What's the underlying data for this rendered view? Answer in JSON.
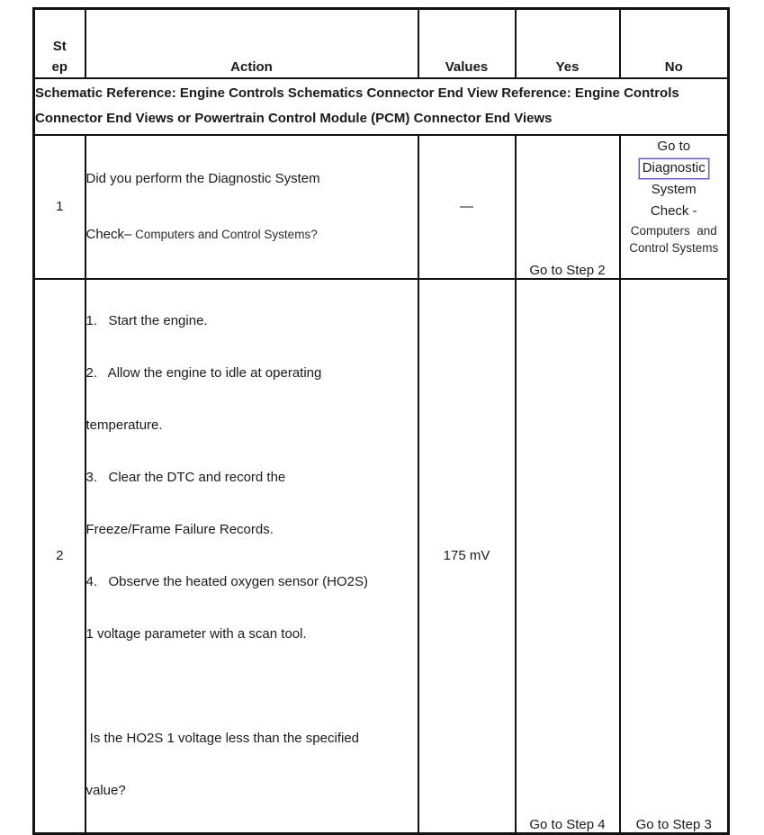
{
  "colors": {
    "border": "#121212",
    "text": "#1a1a1a",
    "link_box_blue": "#5a5ad8",
    "background": "#ffffff"
  },
  "table": {
    "header": {
      "step_line1": "St",
      "step_line2": "ep",
      "action": "Action",
      "values": "Values",
      "yes": "Yes",
      "no": "No"
    },
    "schematic": {
      "line1": "Schematic Reference: Engine Controls Schematics Connector End View Reference: Engine Controls",
      "line2": "Connector End Views or Powertrain Control Module (PCM) Connector End Views"
    },
    "rows": [
      {
        "step": "1",
        "action_line1": "Did you perform the Diagnostic System",
        "action_line2_main": "Check–",
        "action_line2_ref": " Computers and Control Systems?",
        "values": "—",
        "yes": "Go to Step 2",
        "no_line1": "Go to",
        "no_line2_link": "Diagnostic",
        "no_line3": "System",
        "no_line4": "Check -",
        "no_ref_line1": "Computers  and",
        "no_ref_line2": "Control Systems"
      },
      {
        "step": "2",
        "action_lines": [
          "1.   Start the engine.",
          "2.   Allow the engine to idle at operating",
          "temperature.",
          "3.   Clear the DTC and record the",
          "Freeze/Frame Failure Records.",
          "4.   Observe the heated oxygen sensor (HO2S)",
          "1 voltage parameter with a scan tool.",
          "",
          " Is the HO2S 1 voltage less than the specified",
          "value?"
        ],
        "values": "175 mV",
        "yes": "Go to Step 4",
        "no": "Go to Step 3"
      }
    ]
  }
}
